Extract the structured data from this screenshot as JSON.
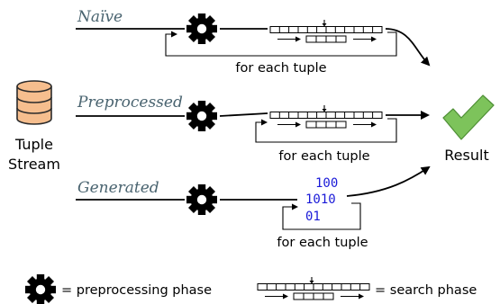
{
  "rows": [
    {
      "label": "Naïve",
      "loop_label": "for each tuple"
    },
    {
      "label": "Preprocessed",
      "loop_label": "for each tuple"
    },
    {
      "label": "Generated",
      "loop_label": "for each tuple",
      "bits": [
        "100",
        "1010",
        "01"
      ]
    }
  ],
  "source": {
    "line1": "Tuple",
    "line2": "Stream"
  },
  "result": {
    "label": "Result"
  },
  "legend": {
    "gear_label": "= preprocessing phase",
    "search_label": "= search phase"
  },
  "colors": {
    "db_fill": "#f6be8e",
    "db_stroke": "#2b2b2b",
    "check": "#7dc35b",
    "label_color": "#4a6470",
    "bits_color": "#1a1ad8"
  },
  "icons": {
    "source": "database-icon",
    "result": "checkmark-icon",
    "preprocess": "gear-icon",
    "search": "search-array-icon"
  }
}
